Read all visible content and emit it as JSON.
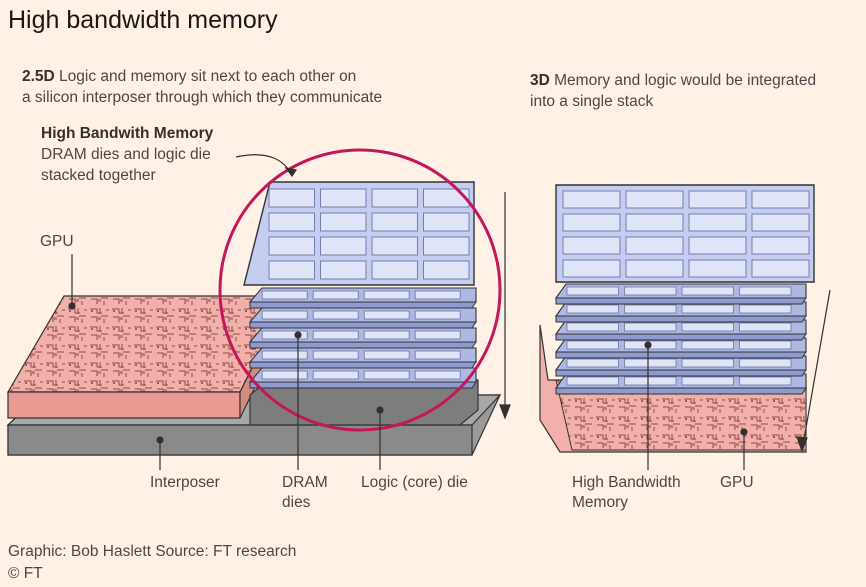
{
  "title": "High bandwidth memory",
  "left_panel": {
    "heading_bold": "2.5D",
    "heading_line1": " Logic and memory sit next to each other on",
    "heading_line2": "a silicon interposer through which they communicate",
    "callout_bold": "High Bandwith Memory",
    "callout_line1": "DRAM dies and logic die",
    "callout_line2": "stacked together",
    "label_gpu": "GPU",
    "label_interposer": "Interposer",
    "label_dram_1": "DRAM",
    "label_dram_2": "dies",
    "label_logic": "Logic (core) die"
  },
  "right_panel": {
    "heading_bold": "3D",
    "heading_line1": " Memory and logic would be integrated",
    "heading_line2": "into a single stack",
    "label_hbm_1": "High Bandwidth",
    "label_hbm_2": "Memory",
    "label_gpu": "GPU"
  },
  "credits": {
    "line1": "Graphic: Bob Haslett   Source: FT research",
    "line2": "© FT"
  },
  "colors": {
    "background": "#fff1e5",
    "memory_blue": "#b8c2e8",
    "chip_pink": "#f2b0aa",
    "interposer_gray": "#8a8a8a",
    "highlight_circle": "#c2185b"
  }
}
